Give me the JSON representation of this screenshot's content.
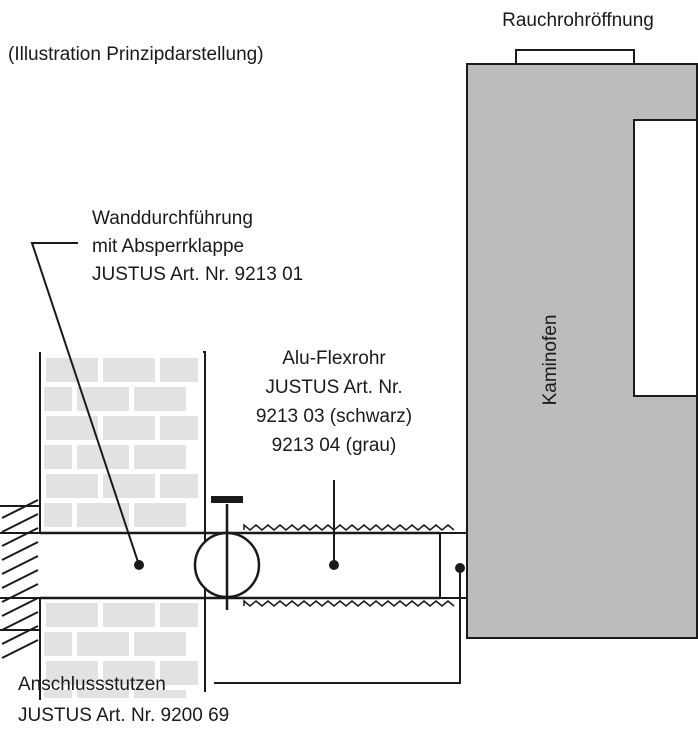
{
  "caption": "(Illustration Prinzipdarstellung)",
  "flue_opening_label": "Rauchrohröffnung",
  "stove_label": "Kaminofen",
  "wall_pass": {
    "lines": [
      "Wanddurchführung",
      "mit Absperrklappe",
      "JUSTUS Art. Nr. 9213 01"
    ]
  },
  "flex_pipe": {
    "lines": [
      "Alu-Flexrohr",
      "JUSTUS Art. Nr.",
      "9213 03 (schwarz)",
      "9213 04 (grau)"
    ]
  },
  "connector": {
    "lines": [
      "Anschlussstutzen",
      "JUSTUS Art. Nr. 9200 69"
    ]
  },
  "colors": {
    "stove_fill": "#bcbcbc",
    "brick_fill": "#e2e2e2",
    "line": "#1a1a1a"
  }
}
